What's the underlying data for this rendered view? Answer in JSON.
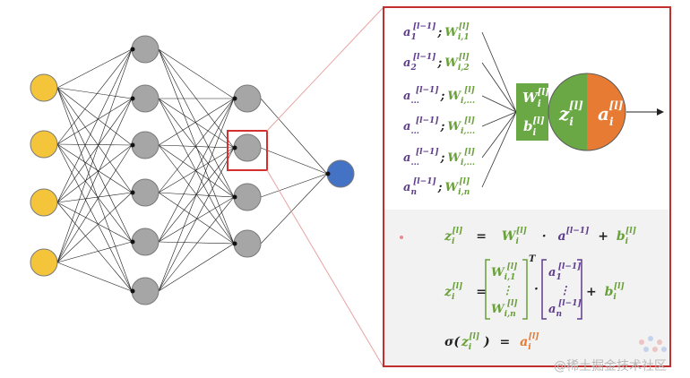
{
  "network": {
    "layer_sizes": [
      4,
      6,
      4,
      1
    ],
    "layer_colors": [
      "#f4c43a",
      "#a6a6a6",
      "#a6a6a6",
      "#4472c4"
    ],
    "highlight": {
      "layer": 2,
      "index": 1,
      "color": "#d62f2f"
    }
  },
  "detail": {
    "border_color": "#c22f2f",
    "lower_bg": "#f2f2f2",
    "inputs": [
      {
        "a": "a",
        "a_sup": "[l−1]",
        "a_sub": "1",
        "sep": ";",
        "w": "W",
        "w_sup": "[l]",
        "w_sub": "i,1"
      },
      {
        "a": "a",
        "a_sup": "[l−1]",
        "a_sub": "2",
        "sep": ";",
        "w": "W",
        "w_sup": "[l]",
        "w_sub": "i,2"
      },
      {
        "a": "a",
        "a_sup": "[l−1]",
        "a_sub": "...",
        "sep": ";",
        "w": "W",
        "w_sup": "[l]",
        "w_sub": "i,..."
      },
      {
        "a": "a",
        "a_sup": "[l−1]",
        "a_sub": "...",
        "sep": ";",
        "w": "W",
        "w_sup": "[l]",
        "w_sub": "i,..."
      },
      {
        "a": "a",
        "a_sup": "[l−1]",
        "a_sub": "...",
        "sep": ";",
        "w": "W",
        "w_sup": "[l]",
        "w_sub": "i,..."
      },
      {
        "a": "a",
        "a_sup": "[l−1]",
        "a_sub": "n",
        "sep": ";",
        "w": "W",
        "w_sup": "[l]",
        "w_sub": "i,n"
      }
    ],
    "params_box": {
      "w": "W",
      "w_sub": "i",
      "w_sup": "[l]",
      "b": "b",
      "b_sub": "i",
      "b_sup": "[l]",
      "color": "#6aa845"
    },
    "neuron": {
      "z": "z",
      "z_sub": "i",
      "z_sup": "[l]",
      "a": "a",
      "a_sub": "i",
      "a_sup": "[l]",
      "left_color": "#6aa845",
      "right_color": "#e87b33"
    }
  },
  "formulas": {
    "eq1": {
      "z": "z",
      "z_sub": "i",
      "z_sup": "[l]",
      "eq": "=",
      "w": "W",
      "w_sub": "i",
      "w_sup": "[l]",
      "dot": "·",
      "a": "a",
      "a_sup": "[l−1]",
      "plus": "+",
      "b": "b",
      "b_sub": "i",
      "b_sup": "[l]"
    },
    "eq2": {
      "z": "z",
      "z_sub": "i",
      "z_sup": "[l]",
      "eq": "=",
      "w_top": "W",
      "w_top_sub": "i,1",
      "w_top_sup": "[l]",
      "w_dots": "⋮",
      "w_bot": "W",
      "w_bot_sub": "i,n",
      "w_bot_sup": "[l]",
      "transpose": "T",
      "dot": "·",
      "a_top": "a",
      "a_top_sub": "1",
      "a_top_sup": "[l−1]",
      "a_dots": "⋮",
      "a_bot": "a",
      "a_bot_sub": "n",
      "a_bot_sup": "[l−1]",
      "plus": "+",
      "b": "b",
      "b_sub": "i",
      "b_sup": "[l]"
    },
    "eq3": {
      "sigma": "σ",
      "open": "(",
      "z": "z",
      "z_sub": "i",
      "z_sup": "[l]",
      "close": ")",
      "eq": "=",
      "a": "a",
      "a_sub": "i",
      "a_sup": "[l]"
    }
  },
  "watermark": {
    "text": "@稀土掘金技术社区"
  }
}
